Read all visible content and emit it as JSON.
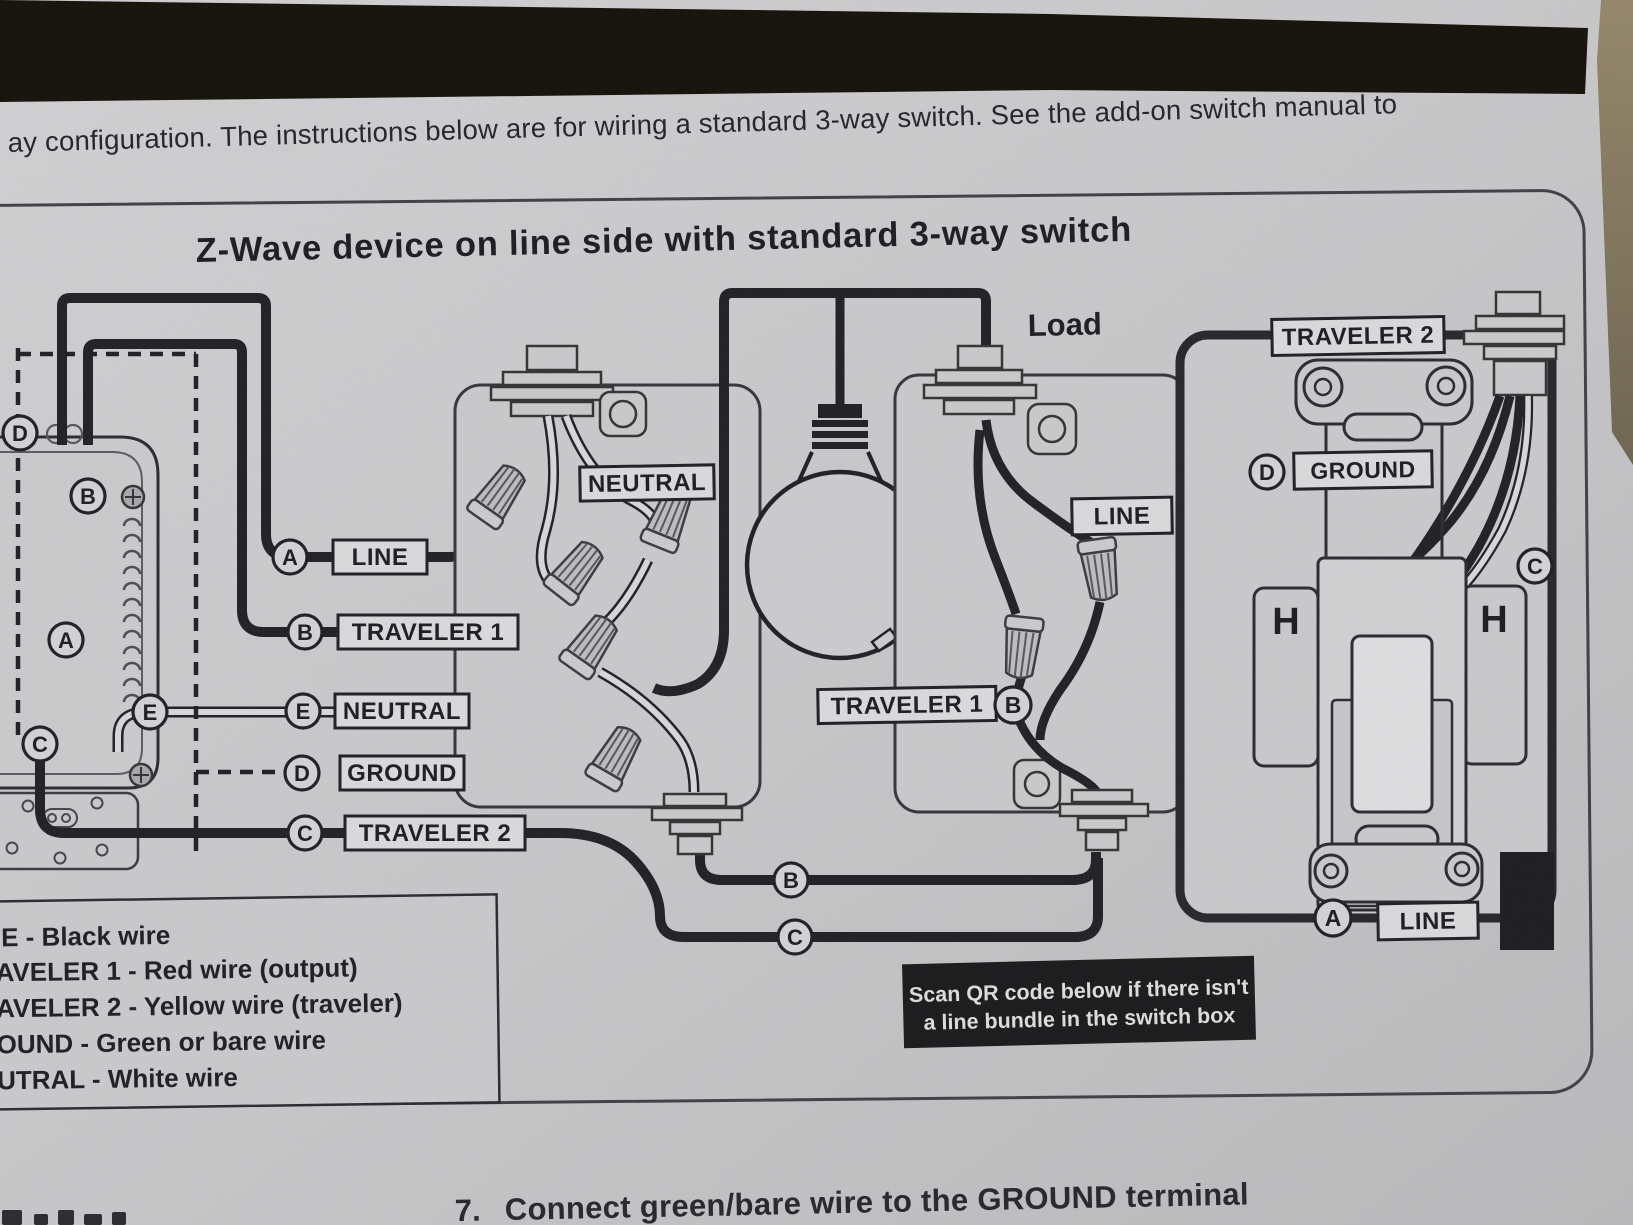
{
  "header": {
    "text": "ay configuration. The instructions below are for wiring a standard 3-way switch. See the add-on switch manual to"
  },
  "diagram": {
    "title": "Z-Wave device on line side with standard 3-way switch",
    "left_device": {
      "terminals": [
        {
          "letter": "D"
        },
        {
          "letter": "B"
        },
        {
          "letter": "A"
        },
        {
          "letter": "C"
        },
        {
          "letter": "E"
        }
      ]
    },
    "wire_rows": [
      {
        "letter": "A",
        "label": "LINE"
      },
      {
        "letter": "B",
        "label": "TRAVELER 1"
      },
      {
        "letter": "E",
        "label": "NEUTRAL"
      },
      {
        "letter": "D",
        "label": "GROUND"
      },
      {
        "letter": "C",
        "label": "TRAVELER 2"
      }
    ],
    "middle": {
      "box1_label": "NEUTRAL",
      "load_label": "Load",
      "rail_b": "B",
      "rail_c": "C"
    },
    "box2": {
      "line_label": "LINE",
      "traveler1_label": "TRAVELER 1",
      "terminal_b": "B"
    },
    "right_switch": {
      "traveler2_label": "TRAVELER 2",
      "ground_letter": "D",
      "ground_label": "GROUND",
      "common_letter": "C",
      "h_left": "H",
      "h_right": "H",
      "line_letter": "A",
      "line_label": "LINE"
    },
    "legend": {
      "lines": [
        "E - Black wire",
        "AVELER 1 - Red wire (output)",
        "AVELER 2 - Yellow wire (traveler)",
        "OUND - Green or bare wire",
        "UTRAL - White wire"
      ]
    },
    "qr_note": {
      "line1": "Scan QR code below if there isn't",
      "line2": "a line bundle in the switch box"
    }
  },
  "footer": {
    "number": "7.",
    "text": "Connect green/bare wire to the GROUND terminal"
  },
  "colors": {
    "paper": "#c7c7c9",
    "ink": "#202025",
    "top_band": "#141109",
    "surface_brown": "#8a7c63",
    "qr_box_bg": "#1a1a1c"
  }
}
